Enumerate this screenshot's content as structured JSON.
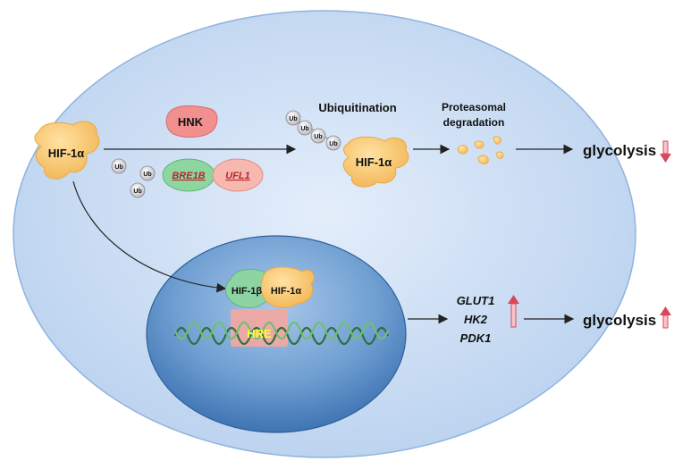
{
  "labels": {
    "hif1a_left": "HIF-1α",
    "hnk": "HNK",
    "ub": "Ub",
    "bre1b": "BRE1B",
    "ufl1": "UFL1",
    "ubiquitination": "Ubiquitination",
    "hif1a_right": "HIF-1α",
    "proteasomal_line1": "Proteasomal",
    "proteasomal_line2": "degradation",
    "glycolysis_top": "glycolysis",
    "hif1b": "HIF-1β",
    "hif1a_nucleus": "HIF-1α",
    "hre": "HRE",
    "glut1": "GLUT1",
    "hk2": "HK2",
    "pdk1": "PDK1",
    "glycolysis_bottom": "glycolysis"
  },
  "colors": {
    "cell_fill": "#c9dcf3",
    "cell_stroke": "#8fb3de",
    "nucleus_fill": "#5a8fc8",
    "protein_orange": "#f8c870",
    "hnk_pink": "#f28f8f",
    "bre1b_green": "#8ed6a0",
    "ufl1_pink": "#f7b8b0",
    "gene_red": "#b8232d",
    "hre_yellow": "#ffff33",
    "down_arrow": "#d9475a"
  },
  "indicators": {
    "glycolysis_top": "down-arrow-icon",
    "glycolysis_bottom": "up-arrow-icon",
    "genes": "up-arrow-icon"
  }
}
